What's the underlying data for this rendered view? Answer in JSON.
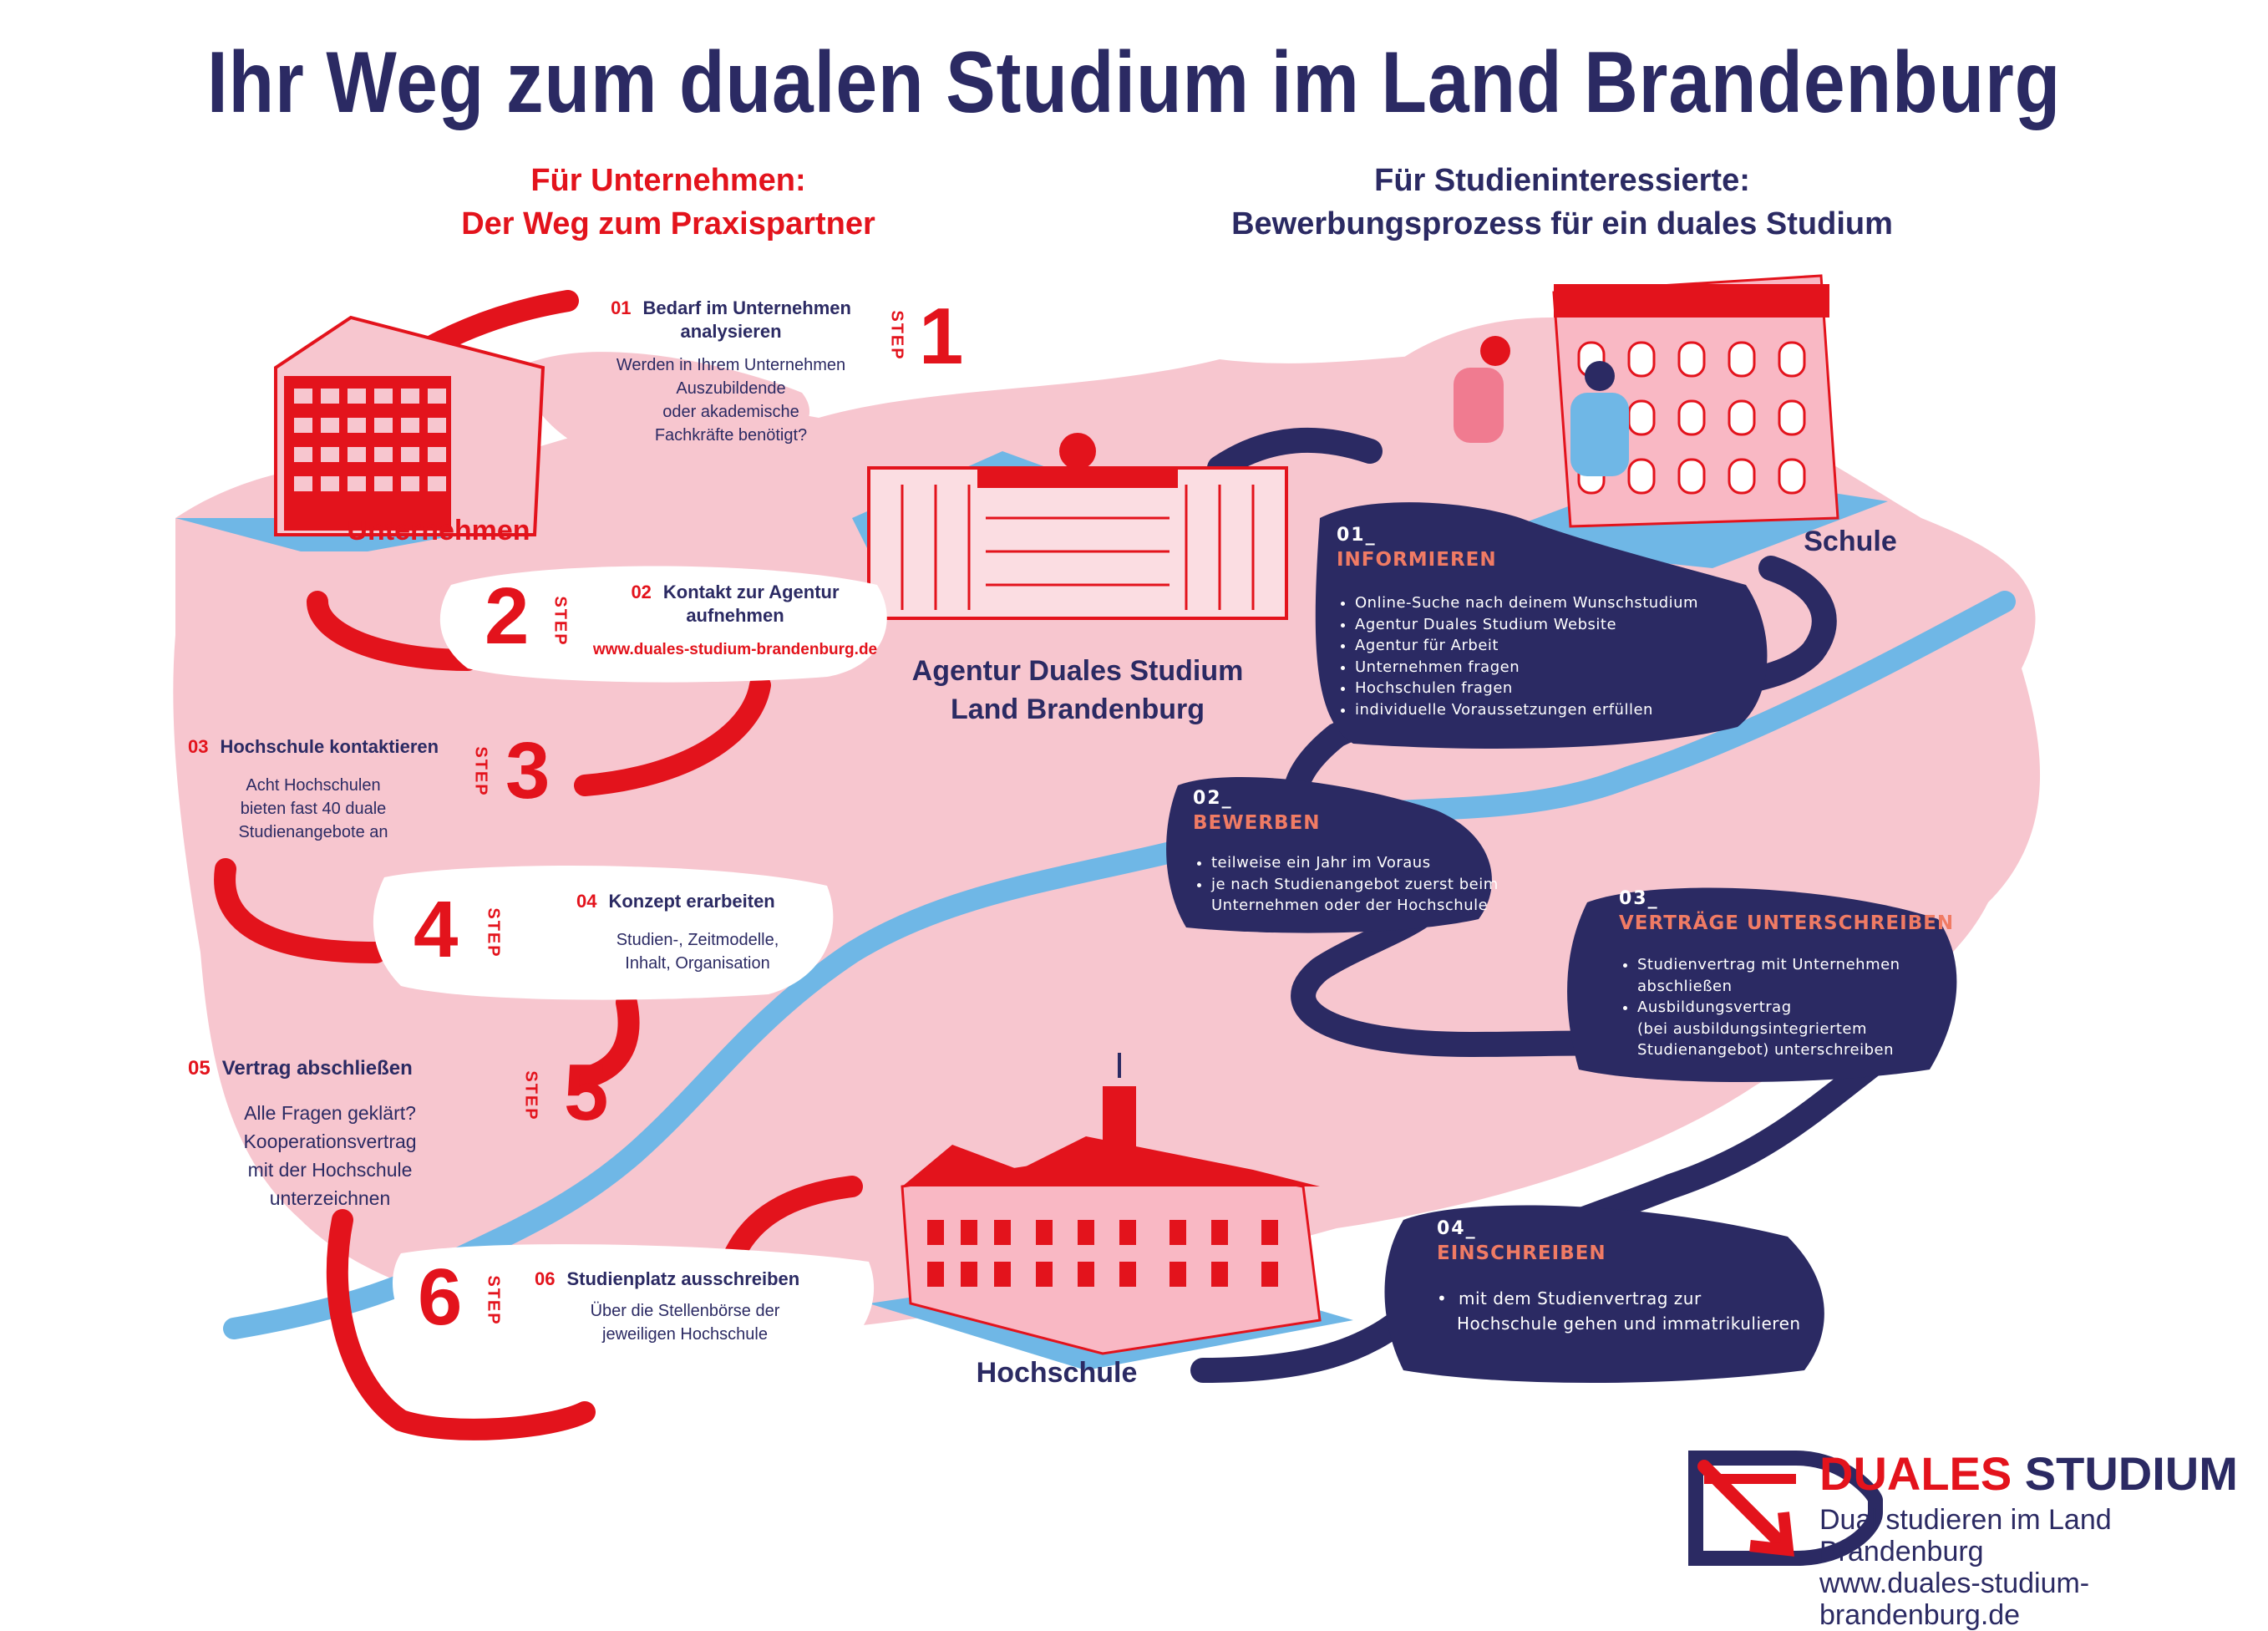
{
  "title": "Ihr Weg zum dualen Studium im Land Brandenburg",
  "colors": {
    "navy": "#2b2a63",
    "red": "#e3131c",
    "pink": "#f7c6cf",
    "blue": "#6fb7e6",
    "panel_heading": "#f07b64"
  },
  "left_column": {
    "heading_line1": "Für Unternehmen:",
    "heading_line2": "Der Weg zum Praxispartner"
  },
  "right_column": {
    "heading_line1": "Für Studieninteressierte:",
    "heading_line2": "Bewerbungsprozess für ein duales Studium"
  },
  "step_label": "STEP",
  "company_steps": [
    {
      "step": "1",
      "num": "01",
      "title_line1": "Bedarf im Unternehmen",
      "title_line2": "analysieren",
      "body": [
        "Werden in Ihrem Unternehmen",
        "Auszubildende",
        "oder akademische",
        "Fachkräfte benötigt?"
      ]
    },
    {
      "step": "2",
      "num": "02",
      "title_line1": "Kontakt zur Agentur",
      "title_line2": "aufnehmen",
      "link": "www.duales-studium-brandenburg.de"
    },
    {
      "step": "3",
      "num": "03",
      "title_line1": "Hochschule kontaktieren",
      "body": [
        "Acht Hochschulen",
        "bieten fast 40 duale",
        "Studienangebote an"
      ]
    },
    {
      "step": "4",
      "num": "04",
      "title_line1": "Konzept erarbeiten",
      "body": [
        "Studien-, Zeitmodelle,",
        "Inhalt, Organisation"
      ]
    },
    {
      "step": "5",
      "num": "05",
      "title_line1": "Vertrag abschließen",
      "body": [
        "Alle Fragen geklärt?",
        "Kooperationsvertrag",
        "mit der Hochschule",
        "unterzeichnen"
      ]
    },
    {
      "step": "6",
      "num": "06",
      "title_line1": "Studienplatz ausschreiben",
      "body": [
        "Über die Stellenbörse der",
        "jeweiligen Hochschule"
      ]
    }
  ],
  "places": {
    "company": "Unternehmen",
    "agency_line1": "Agentur Duales Studium",
    "agency_line2": "Land Brandenburg",
    "school": "Schule",
    "university": "Hochschule"
  },
  "student_steps": [
    {
      "num": "01_",
      "title": "INFORMIEREN",
      "items": [
        "Online-Suche nach deinem Wunschstudium",
        "Agentur Duales Studium Website",
        "Agentur für Arbeit",
        "Unternehmen fragen",
        "Hochschulen fragen",
        "individuelle Voraussetzungen erfüllen"
      ]
    },
    {
      "num": "02_",
      "title": "BEWERBEN",
      "items": [
        "teilweise ein Jahr im Voraus",
        "je nach Studienangebot zuerst beim",
        "Unternehmen oder der Hochschule"
      ]
    },
    {
      "num": "03_",
      "title": "VERTRÄGE UNTERSCHREIBEN",
      "items": [
        "Studienvertrag mit Unternehmen",
        "abschließen",
        "Ausbildungsvertrag",
        "(bei ausbildungsintegriertem",
        "Studienangebot) unterschreiben"
      ]
    },
    {
      "num": "04_",
      "title": "EINSCHREIBEN",
      "items": [
        "mit dem Studienvertrag zur",
        "Hochschule gehen und immatrikulieren"
      ]
    }
  ],
  "logo": {
    "name_part1": "DUALES",
    "name_part2": "STUDIUM",
    "tagline": "Dual studieren im Land Brandenburg",
    "url": "www.duales-studium-brandenburg.de"
  }
}
